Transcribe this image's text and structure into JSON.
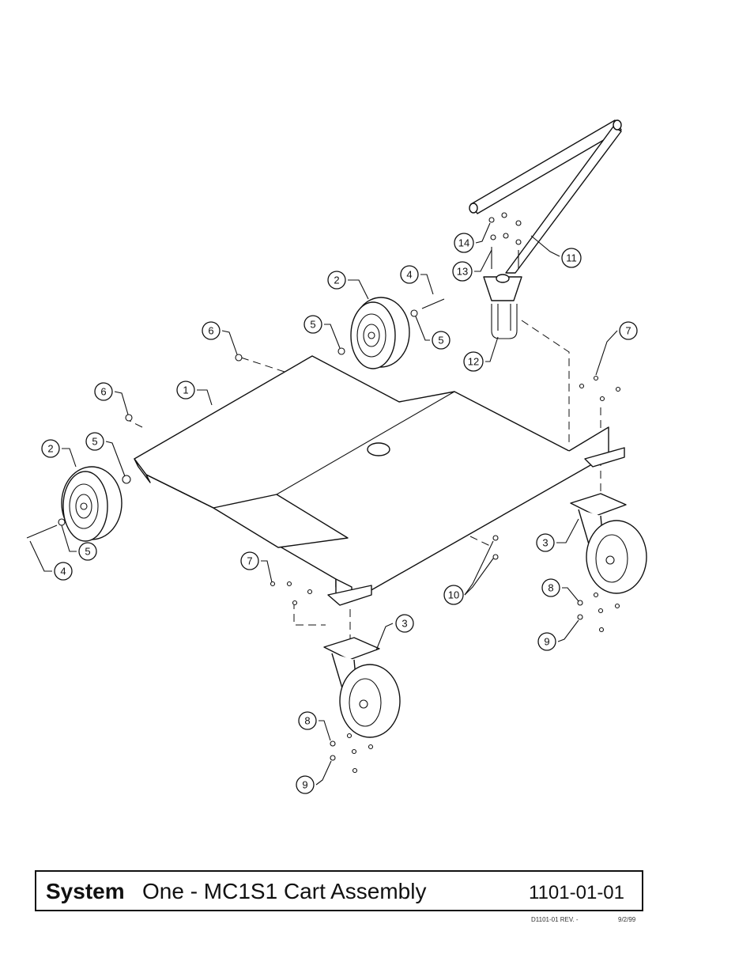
{
  "callouts": [
    "1",
    "2",
    "3",
    "4",
    "5",
    "6",
    "7",
    "8",
    "9",
    "10",
    "11",
    "12",
    "13",
    "14"
  ],
  "title_block": {
    "brand_bold": "System",
    "title": "One - MC1S1 Cart Assembly",
    "number": "1101-01-01"
  },
  "revision": {
    "text": "D1101-01 REV. -",
    "date": "9/2/99"
  }
}
